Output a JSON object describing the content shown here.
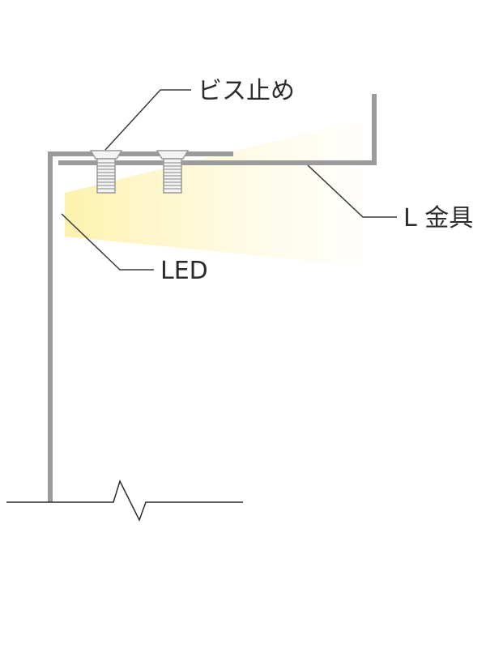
{
  "labels": {
    "screw": "ビス止め",
    "bracket": "L 金具",
    "led": "LED"
  },
  "colors": {
    "structure": "#9b9b9b",
    "leader": "#3a3a3a",
    "screw_fill": "#f4f4f4",
    "screw_thread": "#9a9a9a",
    "light_warm": "#fdf3b8",
    "light_fade": "#ffffff",
    "break_line": "#2b2b2b"
  }
}
